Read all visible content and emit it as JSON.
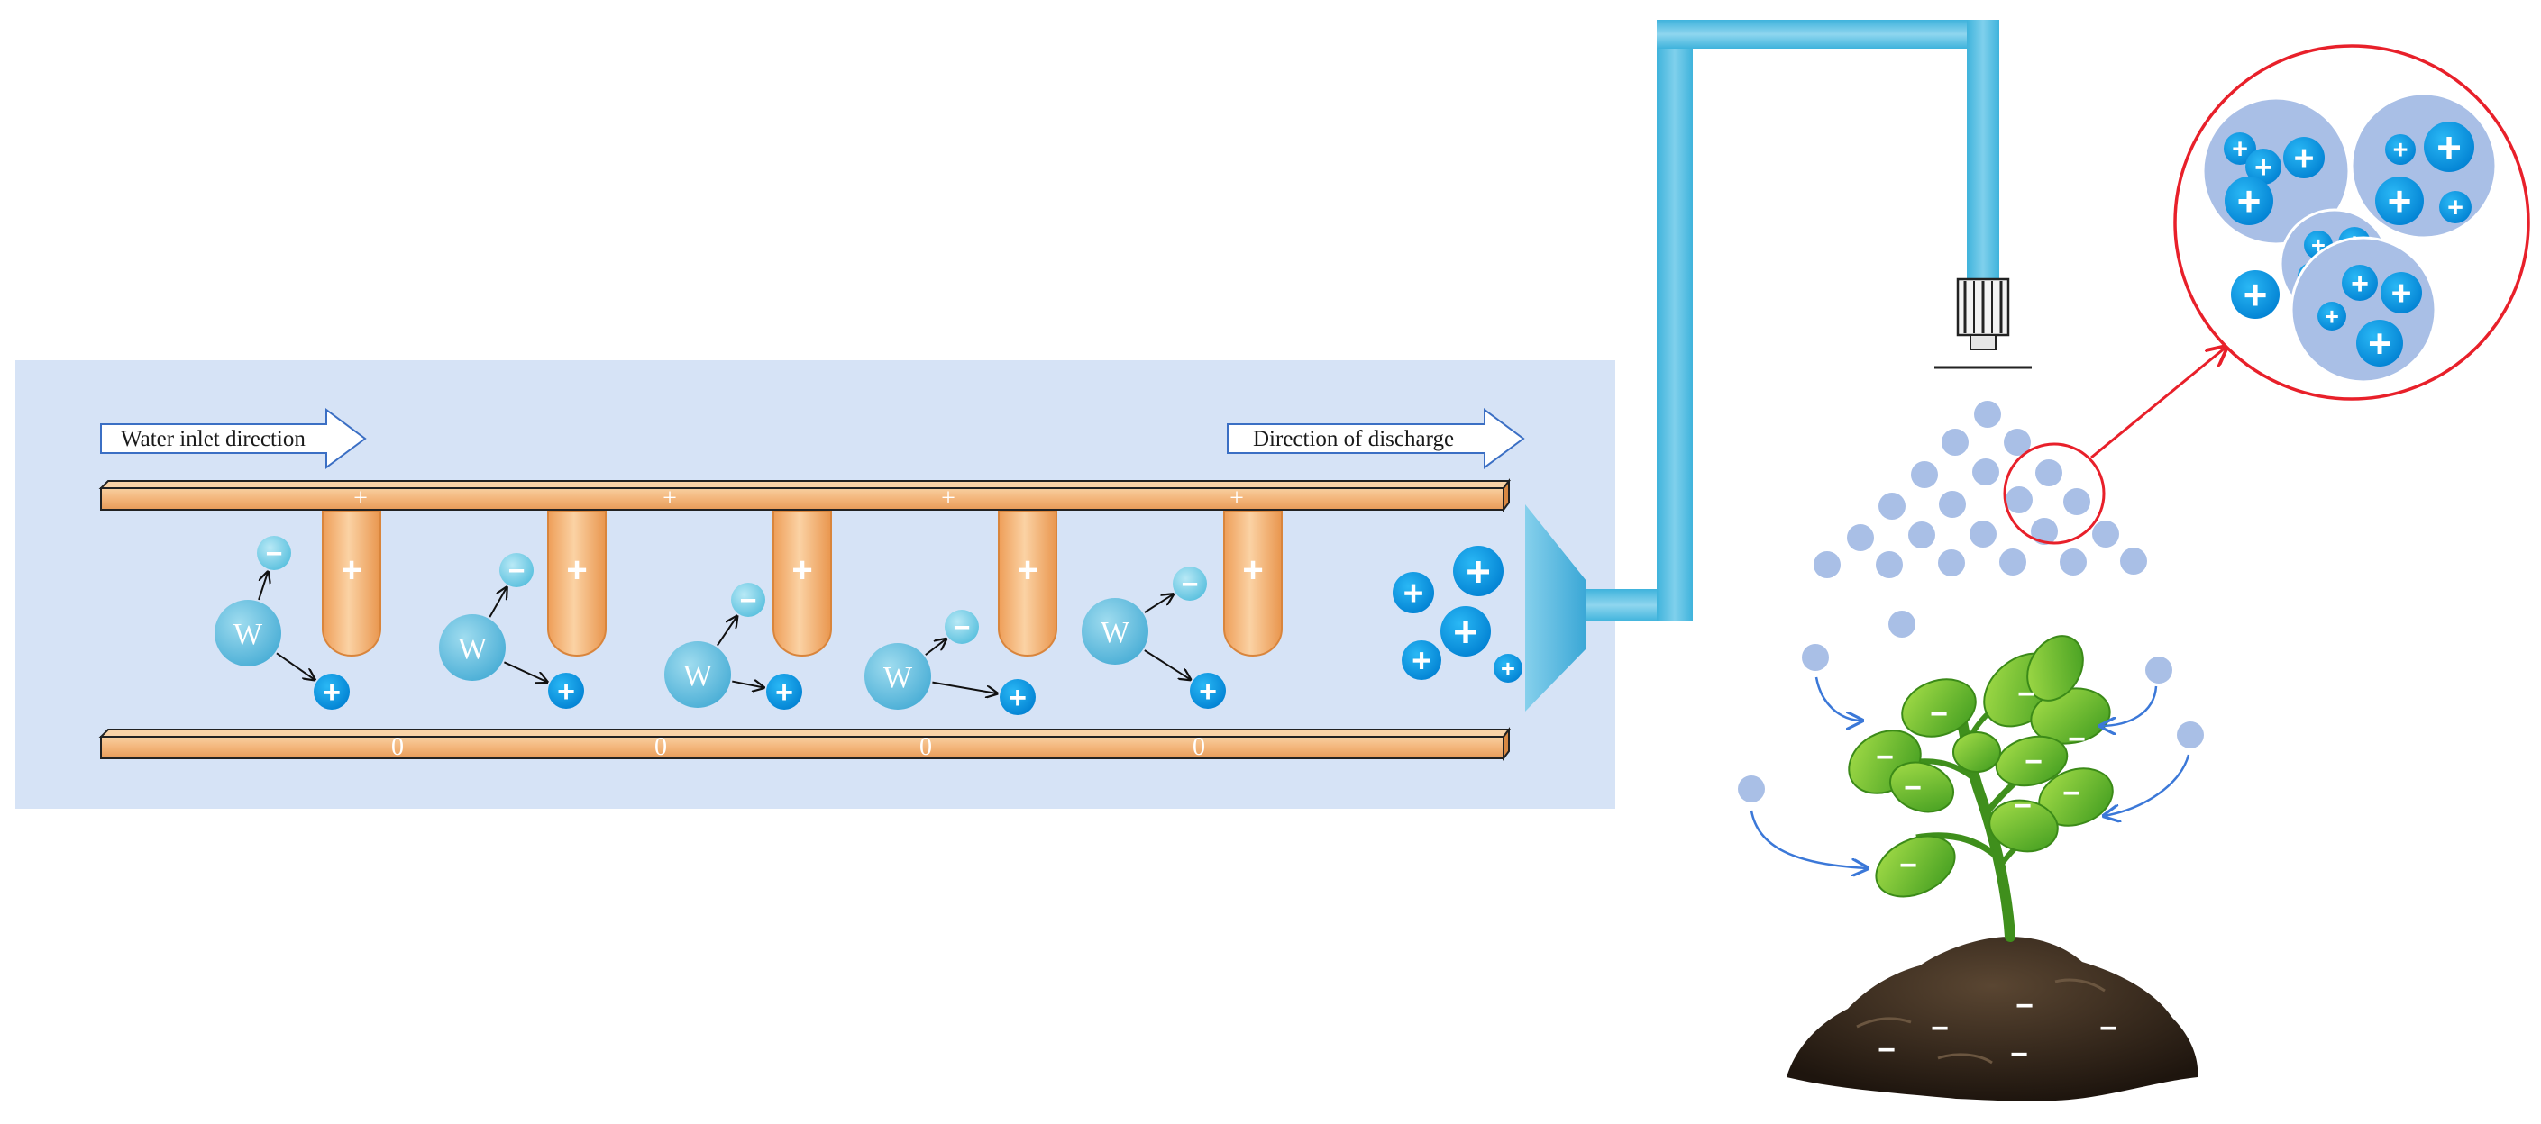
{
  "labels": {
    "water_inlet": "Water inlet direction",
    "discharge": "Direction of discharge"
  },
  "symbols": {
    "positive": "+",
    "negative": "−",
    "neutral": "0",
    "water": "W"
  },
  "colors": {
    "panel": "#d6e3f6",
    "plate": "#f3b77a",
    "electrode": "#f0b070",
    "water_molecule": "#5fb7d9",
    "ion": "#0a9ae0",
    "pipe": "#4dbde0",
    "droplet": "#a9bfe6",
    "highlight": "#e8202a",
    "leaf": "#5cb82b",
    "soil": "#3a2a1e",
    "arrow_blue": "#3b78d8"
  }
}
